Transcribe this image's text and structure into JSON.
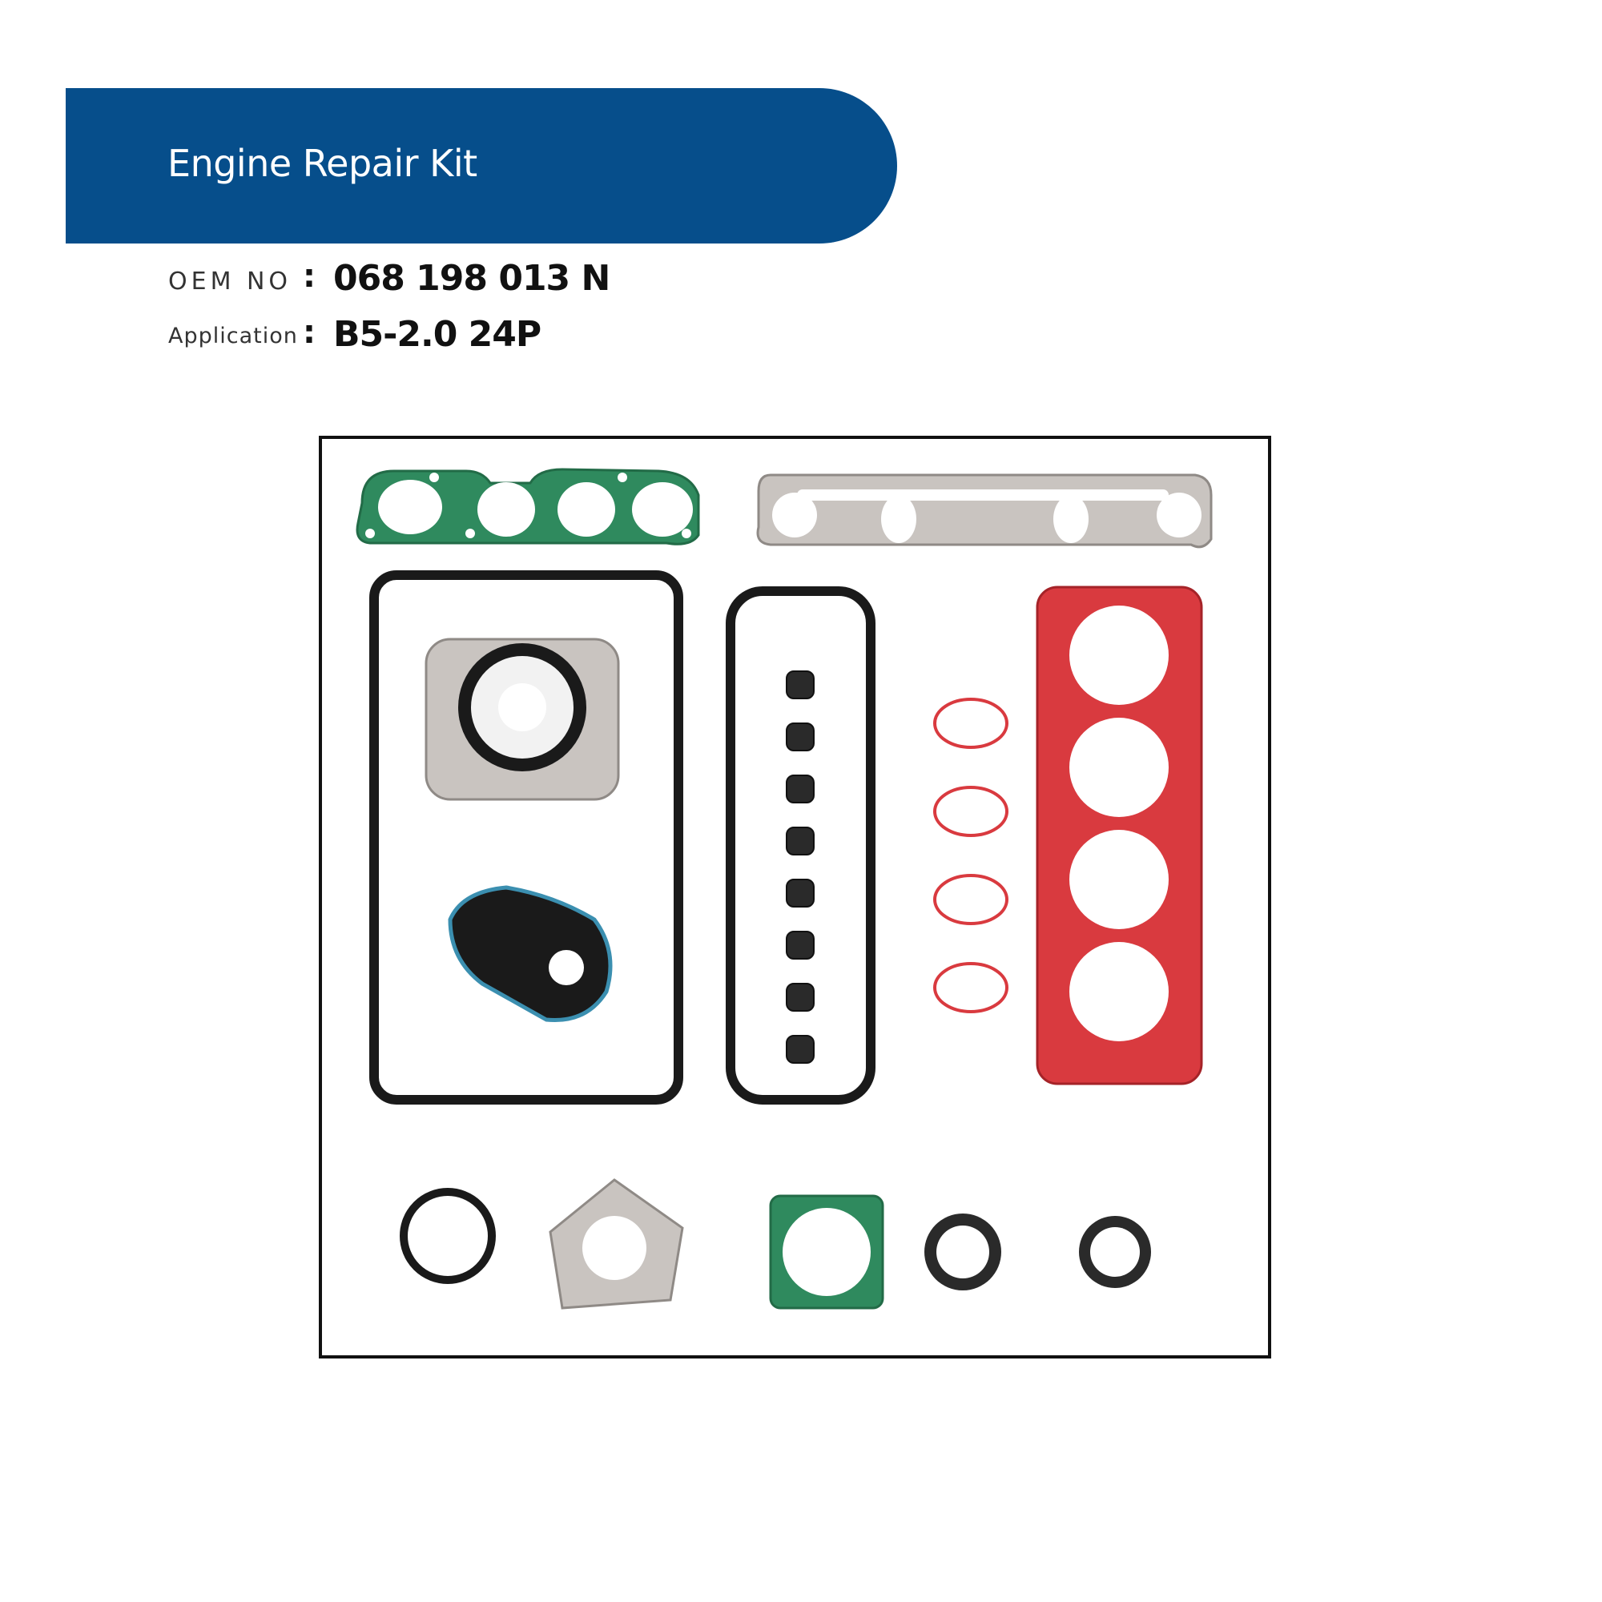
{
  "banner": {
    "title": "Engine Repair Kit",
    "color": "#064e8b"
  },
  "specs": [
    {
      "label": "OEM  NO",
      "value": "068 198 013 N"
    },
    {
      "label": "Application",
      "value": "B5-2.0 24P"
    }
  ],
  "colors": {
    "green_gasket": "#2f8a5e",
    "red_gasket": "#d93a3f",
    "black_gasket": "#1a1a1a",
    "metal": "#c9c4c0"
  }
}
